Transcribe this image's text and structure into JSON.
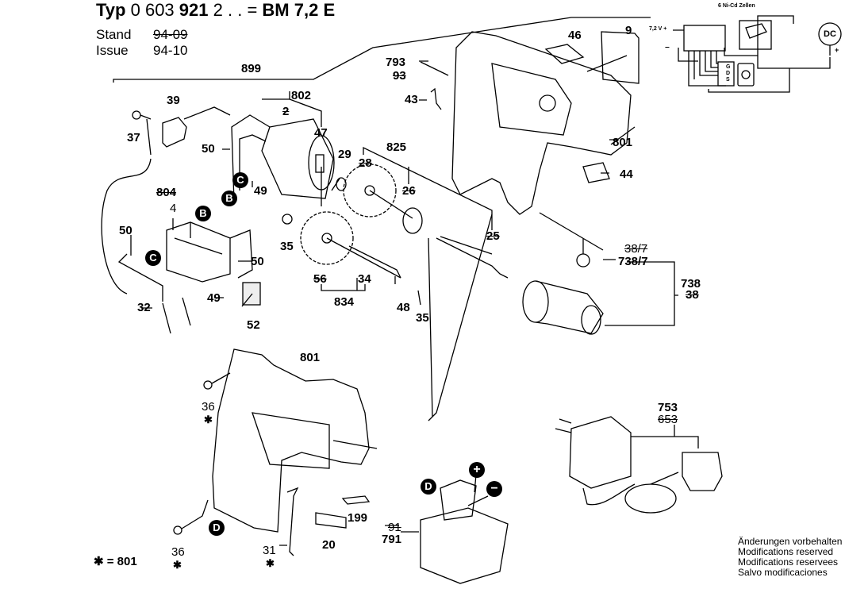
{
  "header": {
    "typ_prefix": "Typ",
    "typ_number_light": "0 603",
    "typ_number_bold": "921",
    "typ_suffix": "2 . . =",
    "model": "BM 7,2 E",
    "stand_label": "Stand",
    "stand_value": "94-09",
    "issue_label": "Issue",
    "issue_value": "94-10"
  },
  "circuit": {
    "title": "6 Ni-Cd Zellen",
    "voltage_plus": "7,2 V +",
    "minus": "−",
    "motor": "DC",
    "plus_terminal": "+",
    "pins": [
      "G",
      "D",
      "S"
    ]
  },
  "parts": {
    "p899": "899",
    "p802": "802",
    "p2": "2",
    "p47": "47",
    "p39": "39",
    "p37": "37",
    "p50a": "50",
    "p49a": "49",
    "p29": "29",
    "p825": "825",
    "p28": "28",
    "p26": "26",
    "p25": "25",
    "p804": "804",
    "p4": "4",
    "p50b": "50",
    "p50c": "50",
    "p35a": "35",
    "p56": "56",
    "p34": "34",
    "p834": "834",
    "p48": "48",
    "p35b": "35",
    "p32": "32",
    "p49b": "49",
    "p52": "52",
    "p793": "793",
    "p93": "93",
    "p43": "43",
    "p46": "46",
    "p9": "9",
    "p801a": "801",
    "p44": "44",
    "p38_7": "38/7",
    "p738_7": "738/7",
    "p738": "738",
    "p38": "38",
    "p801b": "801",
    "p36a": "36",
    "p36b": "36",
    "p199": "199",
    "p20": "20",
    "p31": "31",
    "p91": "91",
    "p791": "791",
    "p753": "753",
    "p653": "653"
  },
  "markers": {
    "B": "B",
    "C": "C",
    "D": "D",
    "plus": "+",
    "minus": "−",
    "star": "✱"
  },
  "legend": {
    "star_equals": "✱ = 801"
  },
  "notes": [
    "Änderungen vorbehalten",
    "Modifications reserved",
    "Modifications reservees",
    "Salvo modificaciones"
  ]
}
